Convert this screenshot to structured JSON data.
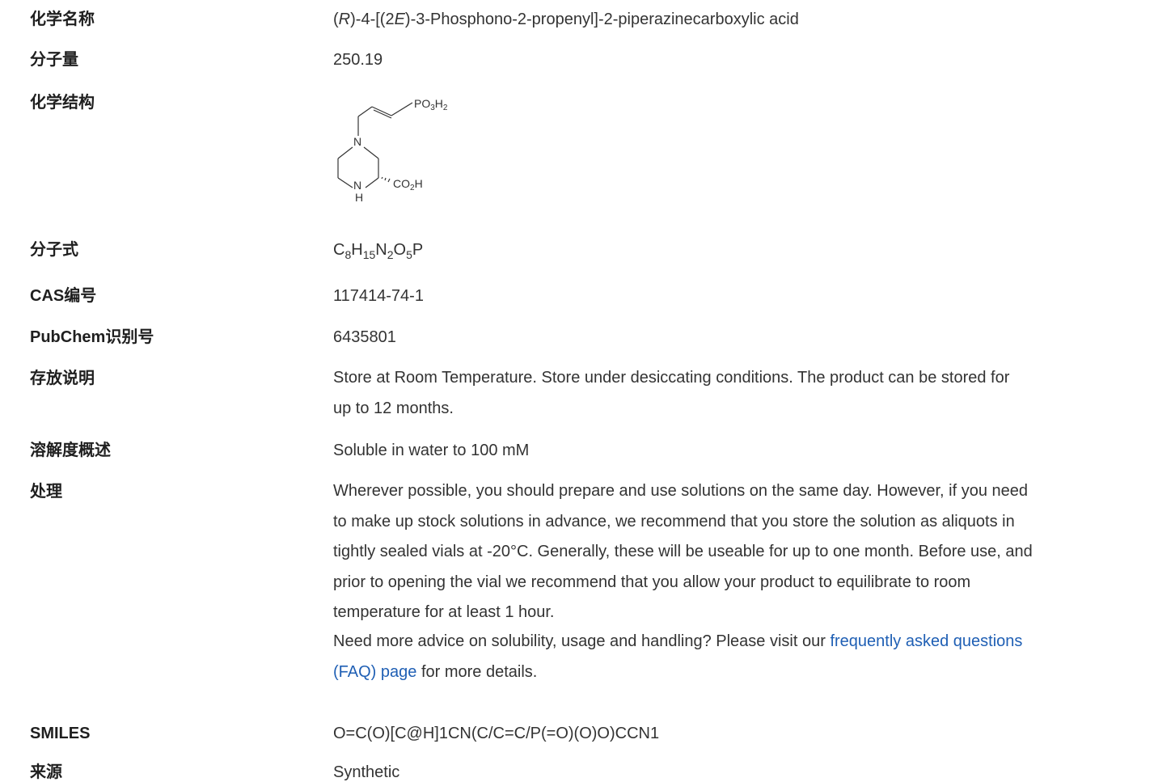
{
  "rows": {
    "name": {
      "label": "化学名称",
      "value_prefix": "(",
      "value_r": "R",
      "value_mid": ")-4-[(2",
      "value_e": "E",
      "value_suffix": ")-3-Phosphono-2-propenyl]-2-piperazinecarboxylic acid"
    },
    "mw": {
      "label": "分子量",
      "value": "250.19"
    },
    "structure": {
      "label": "化学结构",
      "po3h2": "PO",
      "po3h2_sub1": "3",
      "po3h2_h": "H",
      "po3h2_sub2": "2",
      "n_top": "N",
      "n_bottom": "N",
      "h_bottom": "H",
      "co2h": "CO",
      "co2h_sub": "2",
      "co2h_h": "H"
    },
    "formula": {
      "label": "分子式",
      "c": "C",
      "c_n": "8",
      "h": "H",
      "h_n": "15",
      "n": "N",
      "n_n": "2",
      "o": "O",
      "o_n": "5",
      "p": "P"
    },
    "cas": {
      "label": "CAS编号",
      "value": "117414-74-1"
    },
    "pubchem": {
      "label": "PubChem识别号",
      "value": "6435801"
    },
    "storage": {
      "label": "存放说明",
      "lines": [
        "Store at Room Temperature. Store under desiccating conditions. The product can be stored for",
        "up to 12 months."
      ]
    },
    "solubility": {
      "label": "溶解度概述",
      "value": "Soluble in water to 100 mM"
    },
    "handling": {
      "label": "处理",
      "lines": [
        "Wherever possible, you should prepare and use solutions on the same day. However, if you need",
        "to make up stock solutions in advance, we recommend that you store the solution as aliquots in",
        "tightly sealed vials at -20°C. Generally, these will be useable for up to one month. Before use, and",
        "prior to opening the vial we recommend that you allow your product to equilibrate to room",
        "temperature for at least 1 hour."
      ],
      "advice_prefix": "Need more advice on solubility, usage and handling? Please visit our ",
      "advice_link_line1": "frequently asked questions",
      "advice_link_line2": "(FAQ) page",
      "advice_suffix": " for more details."
    },
    "smiles": {
      "label": "SMILES",
      "value": "O=C(O)[C@H]1CN(C/C=C/P(=O)(O)O)CCN1"
    },
    "source": {
      "label": "来源",
      "value": "Synthetic"
    }
  }
}
